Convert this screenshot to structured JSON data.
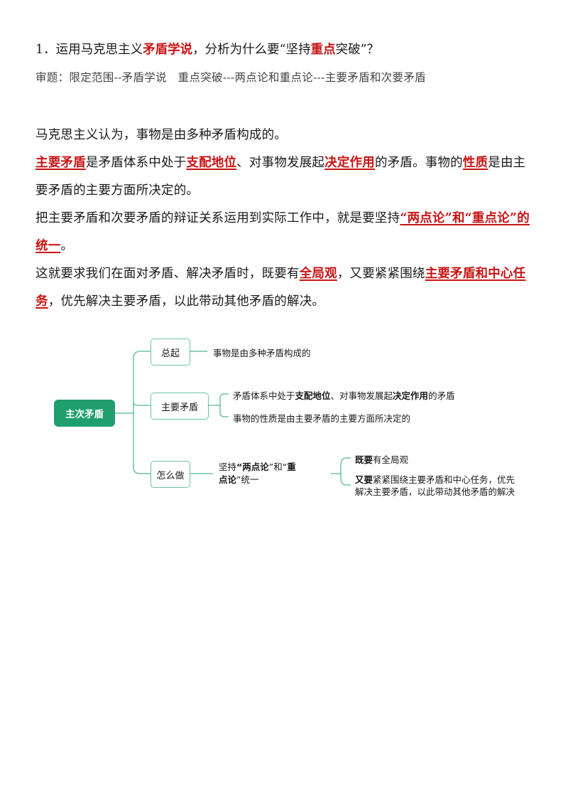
{
  "question": {
    "prefix": "1．运用马克思主义",
    "hl1": "矛盾学说",
    "mid": "，分析为什么要“坚持",
    "hl2": "重点",
    "suffix": "突破”？"
  },
  "hint": "审题：限定范围--矛盾学说　重点突破---两点论和重点论---主要矛盾和次要矛盾",
  "paragraphs": {
    "p1": "马克思主义认为，事物是由多种矛盾构成的。",
    "p2": {
      "hl1": "主要矛盾",
      "t1": "是矛盾体系中处于",
      "hl2": "支配地位",
      "t2": "、对事物发展起",
      "hl3": "决定作用",
      "t3": "的矛盾。事物的",
      "hl4": "性质",
      "t4": "是由主要矛盾的主要方面所决定的。"
    },
    "p3": {
      "t1": "把主要矛盾和次要矛盾的辩证关系运用到实际工作中，就是要坚持",
      "hl1": "“两点论”和“重点论”的统一",
      "t2": "。"
    },
    "p4": {
      "t1": "这就要求我们在面对矛盾、解决矛盾时，既要有",
      "hl1": "全局观",
      "t2": "，又要紧紧围绕",
      "hl2": "主要矛盾和中心任务",
      "t3": "，优先解决主要矛盾，以此带动其他矛盾的解决。"
    }
  },
  "mindmap": {
    "root": "主次矛盾",
    "accent": "#1f9e6e",
    "line_color": "#6cc3a0",
    "branches": {
      "b1": {
        "label": "总起",
        "leaf": "事物是由多种矛盾构成的"
      },
      "b2": {
        "label": "主要矛盾",
        "leaf1": {
          "t1": "矛盾体系中处于",
          "b1": "支配地位",
          "t2": "、对事物发展起",
          "b2": "决定作用",
          "t3": "的矛盾"
        },
        "leaf2": "事物的性质是由主要矛盾的主要方面所决定的"
      },
      "b3": {
        "label": "怎么做",
        "leaf": {
          "t1": "坚持",
          "b1": "“两点论",
          "t2": "”和“",
          "b2": "重",
          "b3": "点论",
          "t3": "”统一"
        },
        "sub1": {
          "b1": "既要",
          "t1": "有全局观"
        },
        "sub2": {
          "b1": "又要",
          "t1": "紧紧围绕主要矛盾和中心任务，优先",
          "t2": "解决主要矛盾，以此带动其他矛盾的解决"
        }
      }
    }
  }
}
